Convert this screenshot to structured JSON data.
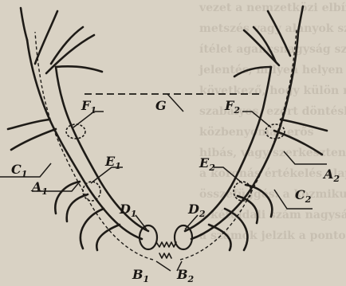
{
  "background_text": [
    "vezet a nemzetközi elbírálás",
    "metszés vagy alanyok szerint",
    "ítélet agancsnagyság szerint",
    "jelentés, milyen helyen mérik",
    "következő, hogy külön mérésekkel",
    "szabályos, ezért döntésben",
    "közbenyomás erős",
    "hibás, vagy szerkeszteni",
    "a koronás értékelés alapja",
    "összefüggés: a kozmikus érték",
    "a kétoldali szám nagysága",
    "a számok jelzik a pontot"
  ],
  "labels": {
    "A1": {
      "main": "A",
      "sub": "1"
    },
    "A2": {
      "main": "A",
      "sub": "2"
    },
    "B1": {
      "main": "B",
      "sub": "1"
    },
    "B2": {
      "main": "B",
      "sub": "2"
    },
    "C1": {
      "main": "C",
      "sub": "1"
    },
    "C2": {
      "main": "C",
      "sub": "2"
    },
    "D1": {
      "main": "D",
      "sub": "1"
    },
    "D2": {
      "main": "D",
      "sub": "2"
    },
    "E1": {
      "main": "E",
      "sub": "1"
    },
    "E2": {
      "main": "E",
      "sub": "2"
    },
    "F1": {
      "main": "F",
      "sub": "1"
    },
    "F2": {
      "main": "F",
      "sub": "2"
    },
    "G": {
      "main": "G"
    }
  }
}
